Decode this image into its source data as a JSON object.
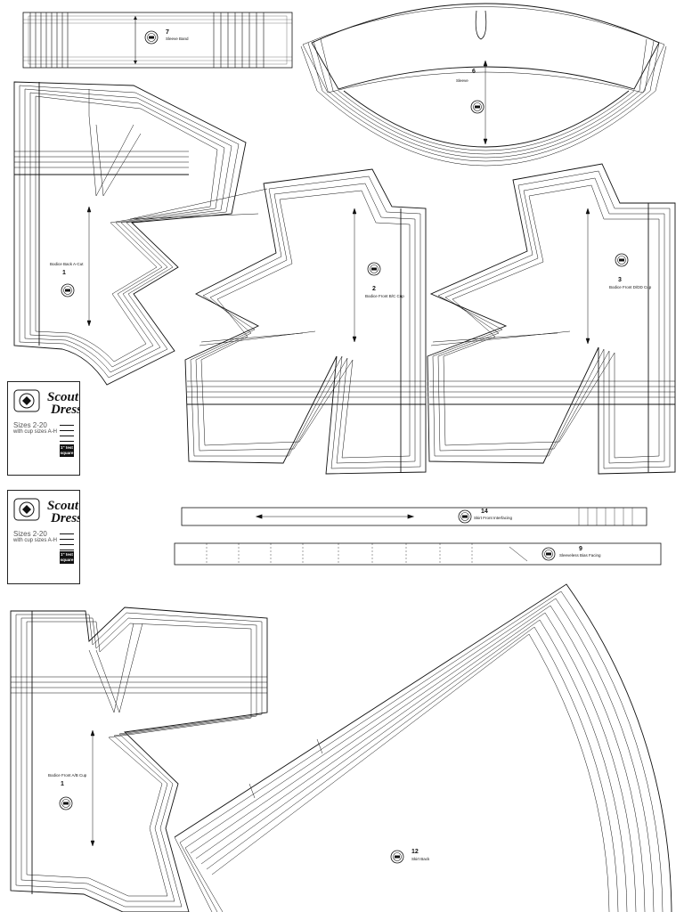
{
  "pieces": [
    {
      "number": "7",
      "name": "Sleeve Band"
    },
    {
      "number": "6",
      "name": "Sleeve"
    },
    {
      "number": "1",
      "name": "Bodice Back A-Cut"
    },
    {
      "number": "2",
      "name": "Bodice Front B/C Cup"
    },
    {
      "number": "3",
      "name": "Bodice Front D/DD Cup"
    },
    {
      "number": "14",
      "name": "Skirt Front Interfacing"
    },
    {
      "number": "9",
      "name": "Sleeveless Bias Facing"
    },
    {
      "number": "1",
      "name": "Bodice Front A/B Cup"
    },
    {
      "number": "12",
      "name": "Skirt Back"
    }
  ],
  "title_cards": [
    {
      "brand_line1": "Scout",
      "brand_line2": "Dress",
      "sizes": "Sizes 2-20",
      "cups": "with cup sizes A-H",
      "square_label": "1\" test square"
    },
    {
      "brand_line1": "Scout",
      "brand_line2": "Dress",
      "sizes": "Sizes 2-20",
      "cups": "with cup sizes A-H",
      "square_label": "1\" test square"
    }
  ],
  "colors": {
    "ink": "#111111",
    "paper": "#ffffff"
  }
}
